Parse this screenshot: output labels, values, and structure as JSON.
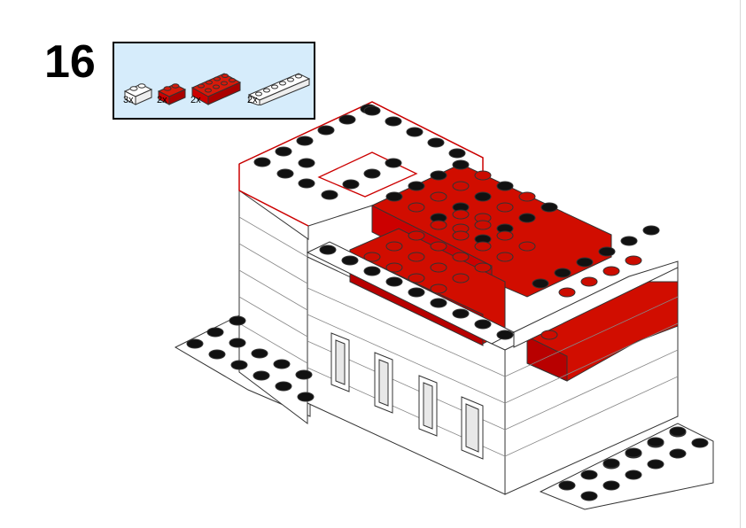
{
  "step": {
    "number": "16"
  },
  "parts_list": [
    {
      "name": "white-brick-1x2",
      "qty": "3x",
      "color": "#ffffff",
      "studs": 2
    },
    {
      "name": "red-brick-1x2",
      "qty": "2x",
      "color": "#cc0c00",
      "studs": 2
    },
    {
      "name": "red-brick-2x4",
      "qty": "2x",
      "color": "#cc0c00",
      "studs": 8
    },
    {
      "name": "white-brick-1x6",
      "qty": "2x",
      "color": "#ffffff",
      "studs": 6
    }
  ],
  "colors": {
    "red": "#cc0c00",
    "panel": "#d6ecfb",
    "outline": "#333333"
  }
}
